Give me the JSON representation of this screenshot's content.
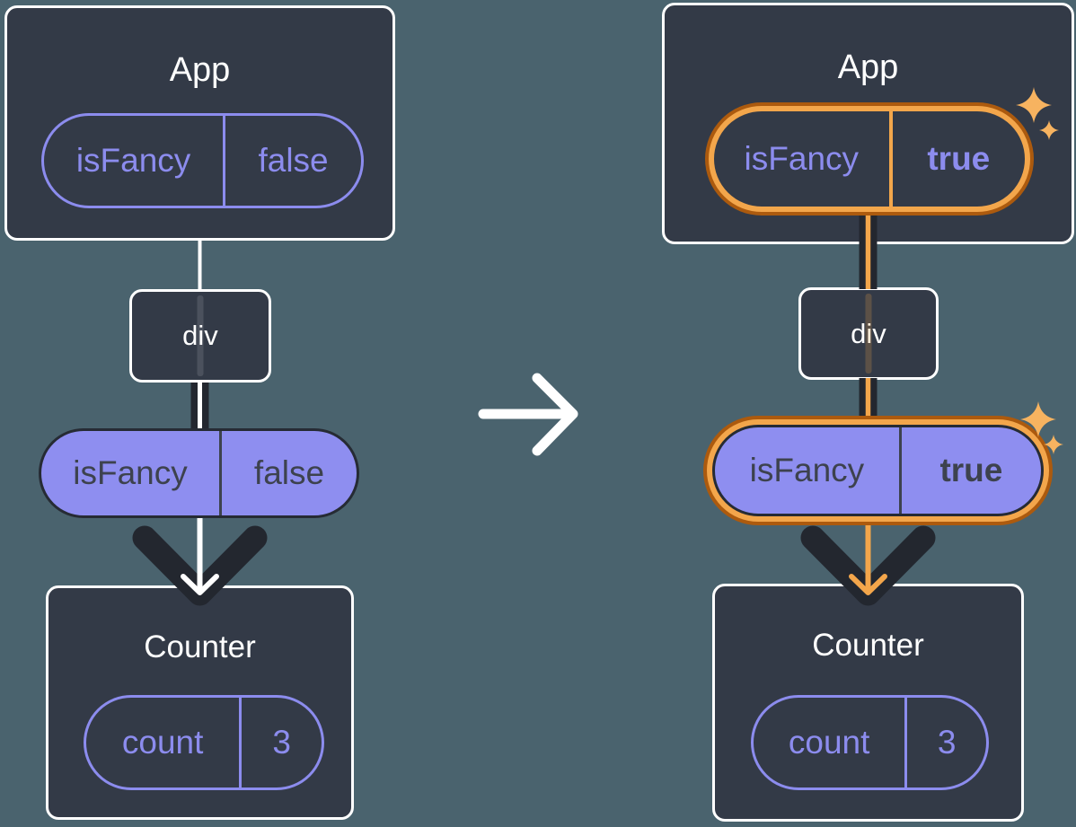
{
  "before": {
    "app": {
      "title": "App",
      "prop_name": "isFancy",
      "prop_value": "false"
    },
    "div_label": "div",
    "passed_prop": {
      "name": "isFancy",
      "value": "false"
    },
    "counter": {
      "title": "Counter",
      "state_name": "count",
      "state_value": "3"
    }
  },
  "after": {
    "app": {
      "title": "App",
      "prop_name": "isFancy",
      "prop_value": "true"
    },
    "div_label": "div",
    "passed_prop": {
      "name": "isFancy",
      "value": "true"
    },
    "counter": {
      "title": "Counter",
      "state_name": "count",
      "state_value": "3"
    }
  },
  "icons": {
    "transition": "arrow-right-icon",
    "highlight": "sparkle-icon"
  },
  "colors": {
    "background": "#4A636E",
    "box_fill": "#333A47",
    "box_border": "#FFFFFF",
    "purple": "#8C8CEE",
    "lavender_fill": "#8E8EF0",
    "dark_text": "#3D424E",
    "dark_arrow": "#23272F",
    "orange_light": "#F3A64B",
    "orange_dark": "#AC5A0E",
    "sparkle": "#F7B360"
  }
}
